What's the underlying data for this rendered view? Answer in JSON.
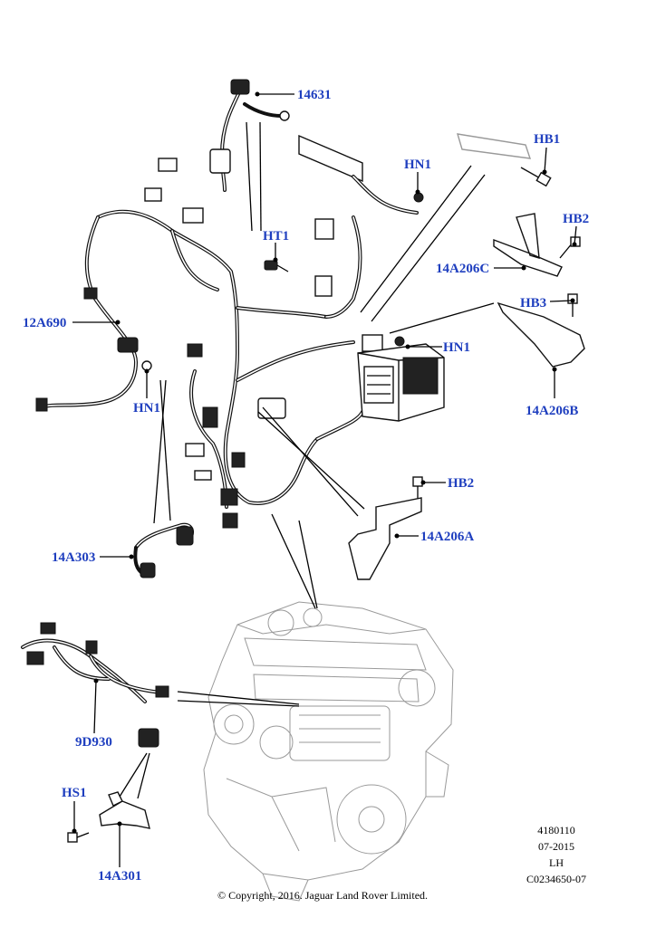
{
  "callouts": {
    "c14631": "14631",
    "hb1": "HB1",
    "hn1_top": "HN1",
    "hb2_top": "HB2",
    "ht1": "HT1",
    "c14a206c": "14A206C",
    "hb3": "HB3",
    "c12a690": "12A690",
    "hn1_right": "HN1",
    "c14a206b": "14A206B",
    "hn1_left": "HN1",
    "hb2_mid": "HB2",
    "c14a206a": "14A206A",
    "c14a303": "14A303",
    "c9d930": "9D930",
    "hs1": "HS1",
    "c14a301": "14A301"
  },
  "meta": {
    "code": "4180110",
    "date": "07-2015",
    "side": "LH",
    "ref": "C0234650-07"
  },
  "copyright": "© Copyright, 2016. Jaguar Land Rover Limited.",
  "colors": {
    "callout": "#1f3fbf",
    "line": "#000000",
    "engine": "#9a9a9a"
  }
}
